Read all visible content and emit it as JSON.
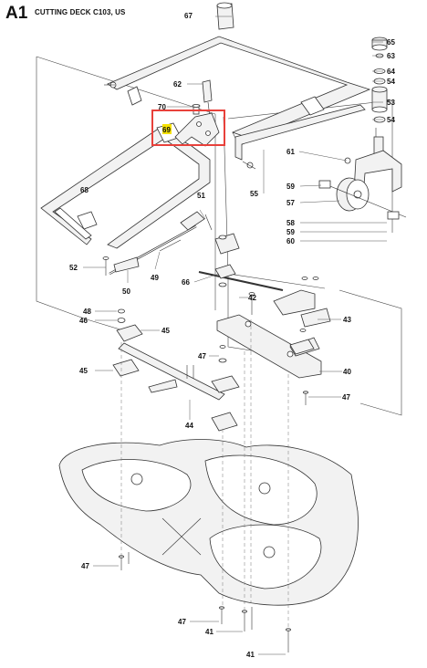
{
  "header": {
    "code": "A1",
    "title": "CUTTING DECK C103, US"
  },
  "callouts": {
    "p41a": "41",
    "p41b": "41",
    "p42": "42",
    "p43": "43",
    "p44": "44",
    "p45a": "45",
    "p45b": "45",
    "p46": "46",
    "p47a": "47",
    "p47b": "47",
    "p47c": "47",
    "p47d": "47",
    "p48": "48",
    "p49": "49",
    "p50": "50",
    "p51": "51",
    "p52": "52",
    "p53": "53",
    "p54a": "54",
    "p54b": "54",
    "p55": "55",
    "p57": "57",
    "p58": "58",
    "p59a": "59",
    "p59b": "59",
    "p60": "60",
    "p61": "61",
    "p62": "62",
    "p63": "63",
    "p64": "64",
    "p65": "65",
    "p66": "66",
    "p67": "67",
    "p68": "68",
    "p69": "69",
    "p70": "70",
    "p40": "40"
  },
  "highlight": {
    "part": "69",
    "box_color": "#e8413b",
    "marker_color": "#f5e100"
  }
}
